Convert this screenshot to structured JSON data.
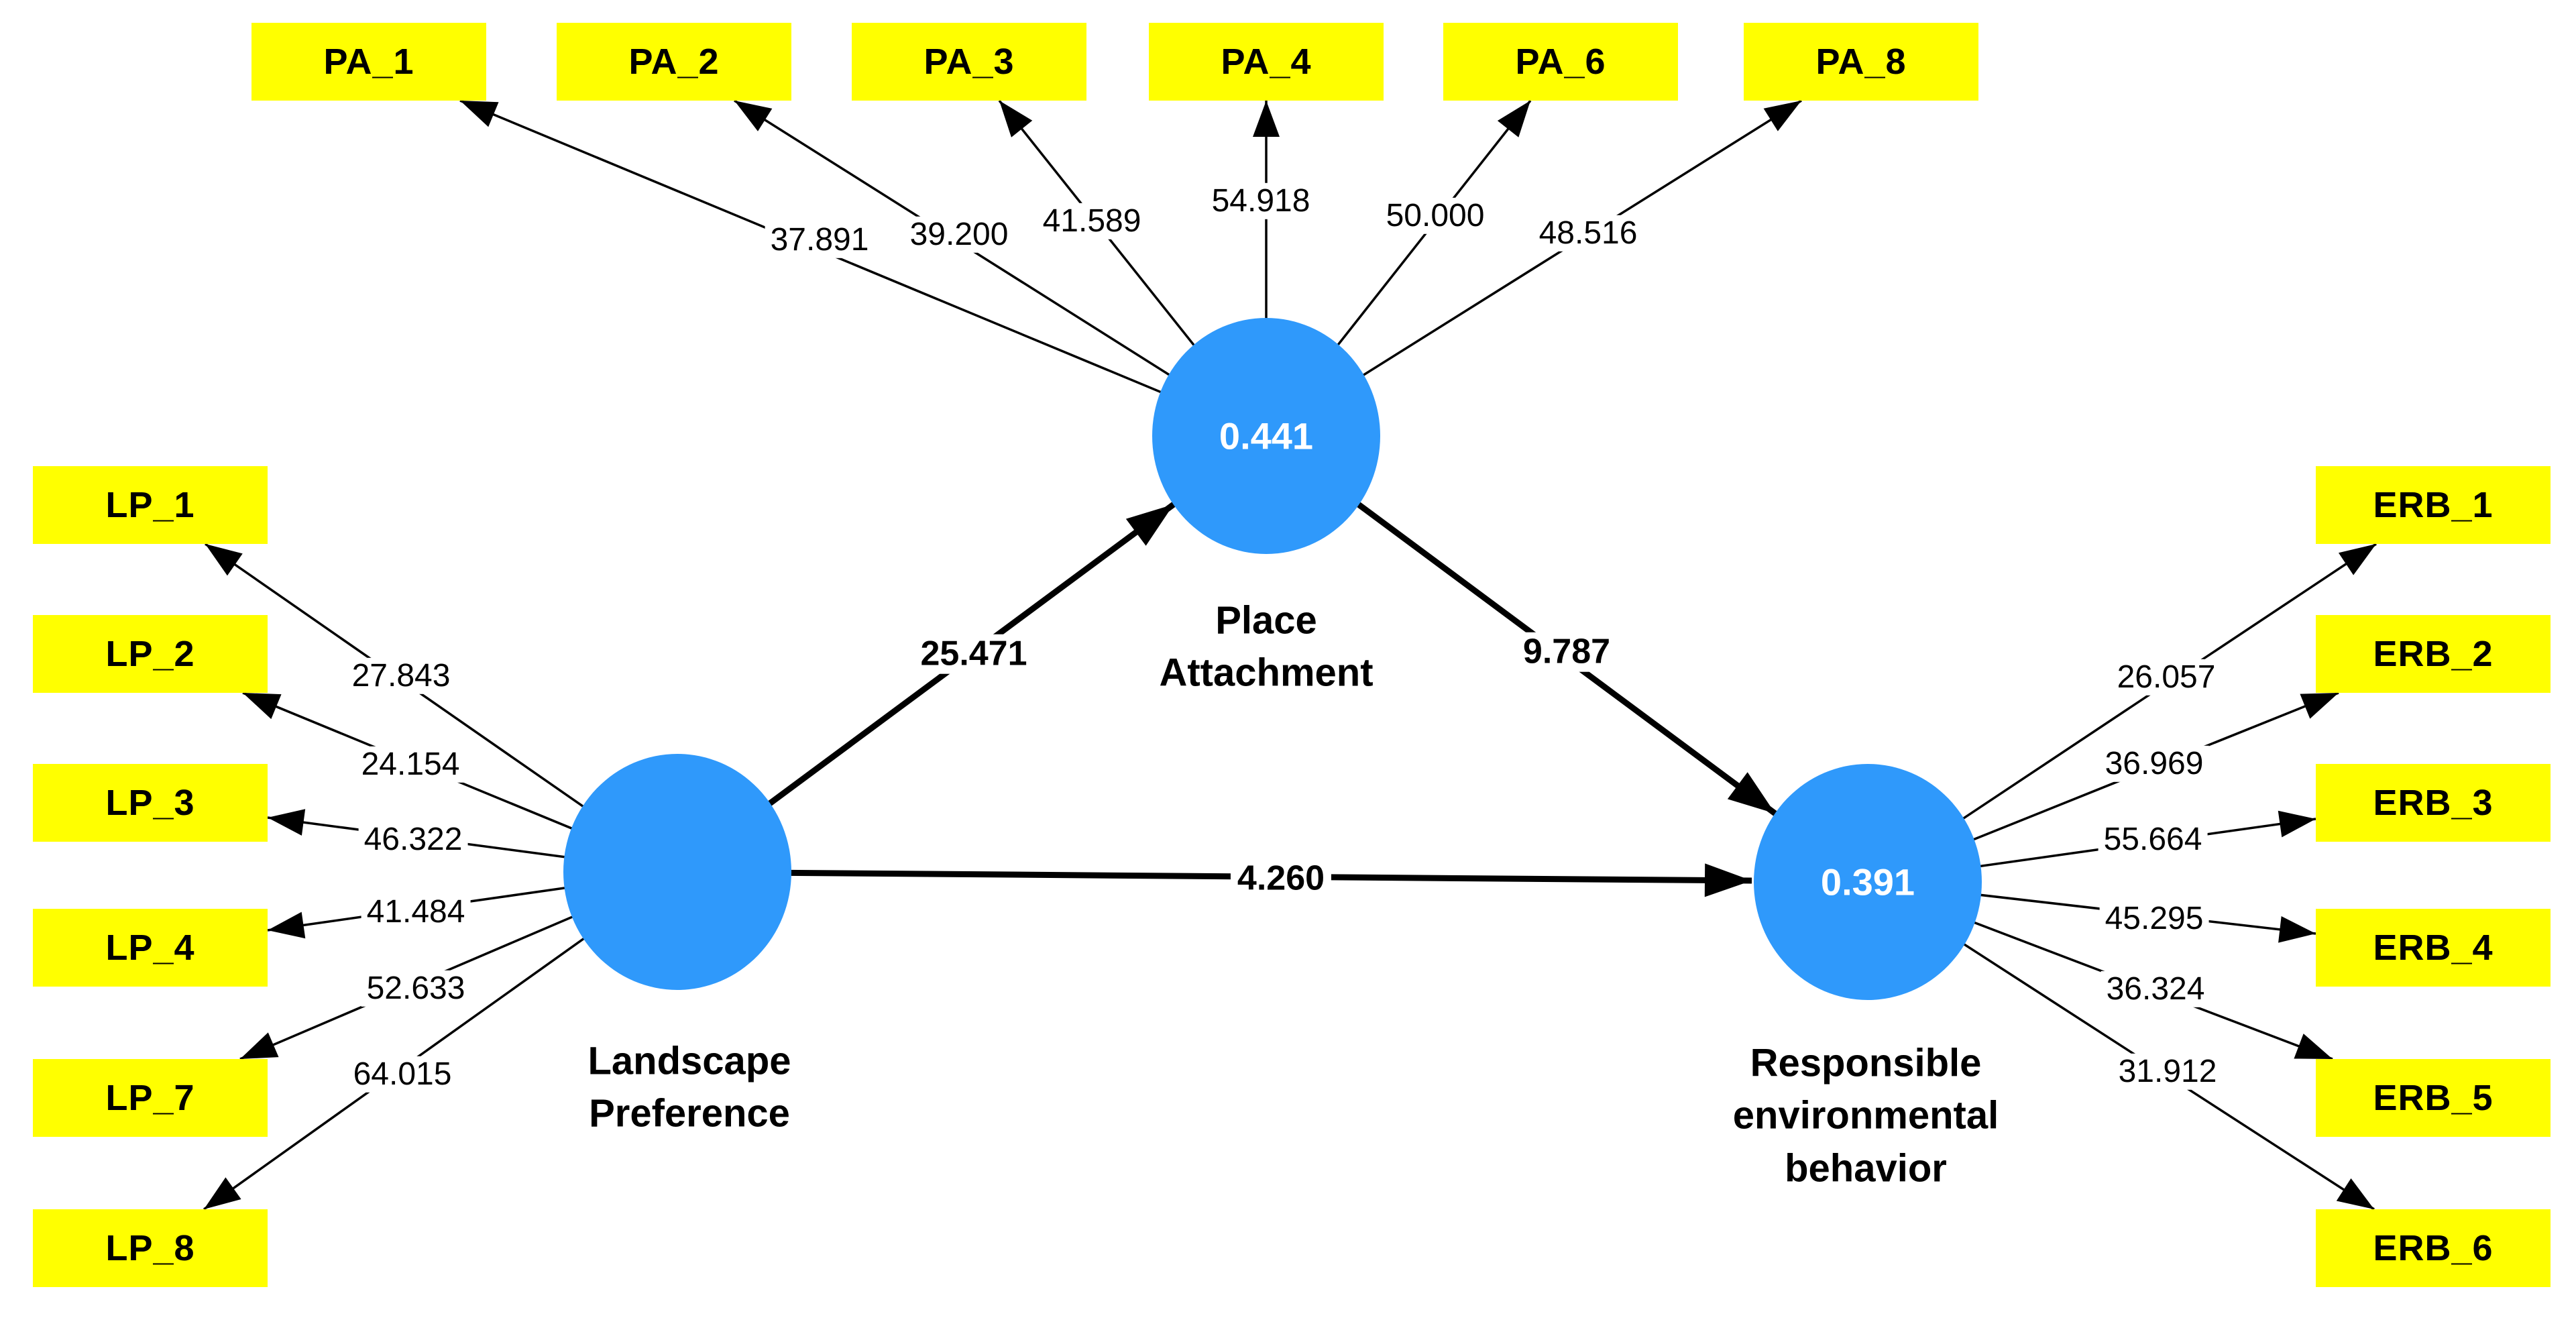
{
  "diagram_type": "PLS-SEM bootstrapping model (t-values)",
  "constructs": {
    "lp": {
      "name": "Landscape\nPreference",
      "r_squared": ""
    },
    "pa": {
      "name": "Place\nAttachment",
      "r_squared": "0.441"
    },
    "erb": {
      "name": "Responsible\nenvironmental\nbehavior",
      "r_squared": "0.391"
    }
  },
  "indicators": {
    "pa": [
      {
        "label": "PA_1",
        "t_value": "37.891"
      },
      {
        "label": "PA_2",
        "t_value": "39.200"
      },
      {
        "label": "PA_3",
        "t_value": "41.589"
      },
      {
        "label": "PA_4",
        "t_value": "54.918"
      },
      {
        "label": "PA_6",
        "t_value": "50.000"
      },
      {
        "label": "PA_8",
        "t_value": "48.516"
      }
    ],
    "lp": [
      {
        "label": "LP_1",
        "t_value": "27.843"
      },
      {
        "label": "LP_2",
        "t_value": "24.154"
      },
      {
        "label": "LP_3",
        "t_value": "46.322"
      },
      {
        "label": "LP_4",
        "t_value": "41.484"
      },
      {
        "label": "LP_7",
        "t_value": "52.633"
      },
      {
        "label": "LP_8",
        "t_value": "64.015"
      }
    ],
    "erb": [
      {
        "label": "ERB_1",
        "t_value": "26.057"
      },
      {
        "label": "ERB_2",
        "t_value": "36.969"
      },
      {
        "label": "ERB_3",
        "t_value": "55.664"
      },
      {
        "label": "ERB_4",
        "t_value": "45.295"
      },
      {
        "label": "ERB_5",
        "t_value": "36.324"
      },
      {
        "label": "ERB_6",
        "t_value": "31.912"
      }
    ]
  },
  "paths": {
    "lp_pa": "25.471",
    "pa_erb": "9.787",
    "lp_erb": "4.260"
  },
  "colors": {
    "indicator_fill": "#ffff00",
    "construct_fill": "#2f99fb",
    "arrow": "#000000",
    "r_squared_text": "#ffffff"
  }
}
